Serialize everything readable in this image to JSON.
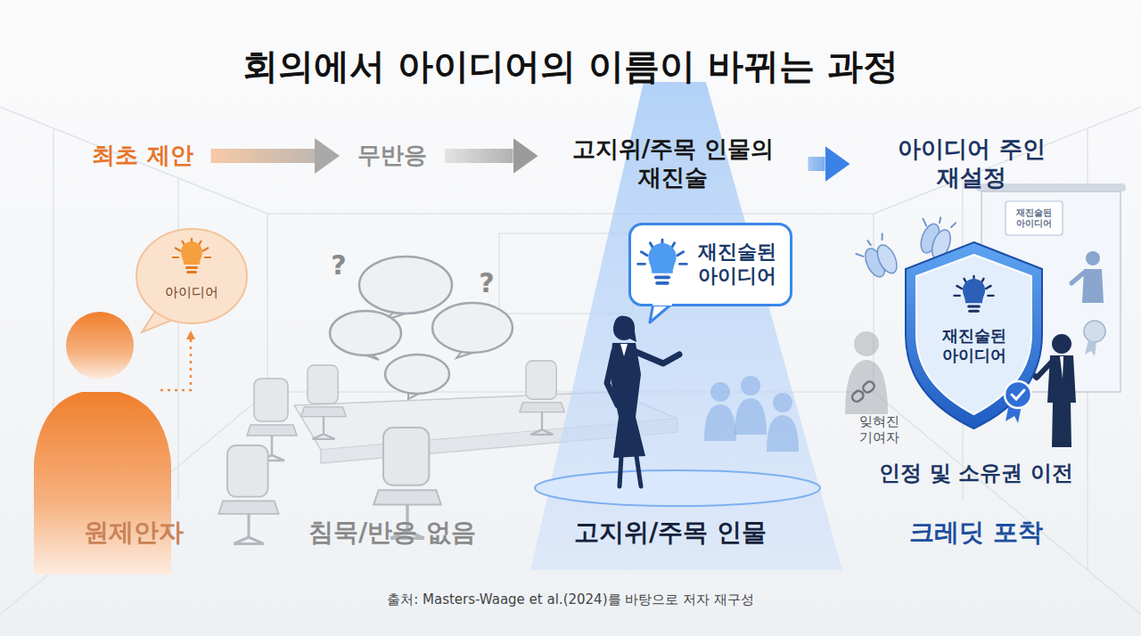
{
  "diagram": {
    "title": "회의에서 아이디어의 이름이 바뀌는 과정",
    "caption": "출처: Masters-Waage et al.(2024)를 바탕으로 저자 재구성",
    "nodes": [
      {
        "text": [
          "최초 제안"
        ]
      },
      {
        "text": [
          "무반응"
        ]
      },
      {
        "text": [
          "고지위/주목 인물의 재진술"
        ]
      },
      {
        "text": [
          "아이디어 주인 재설정"
        ]
      },
      {
        "text": [
          "아이디어"
        ]
      },
      {
        "text": [
          "재진술된 아이디어"
        ]
      },
      {
        "text": [
          "재진술된 아이디어"
        ]
      }
    ],
    "edges": [
      {
        "from": 0,
        "to": 1,
        "arrow": "to"
      },
      {
        "from": 1,
        "to": 2,
        "arrow": "to"
      },
      {
        "from": 2,
        "to": 3,
        "arrow": "to"
      }
    ],
    "labels": [
      "?",
      "?",
      "재진술된 아이디어",
      "잊혀진 기여자",
      "인정 및 소유권 이전",
      "원제안자",
      "침묵/반응 없음",
      "고지위/주목 인물",
      "크레딧 포착"
    ]
  }
}
